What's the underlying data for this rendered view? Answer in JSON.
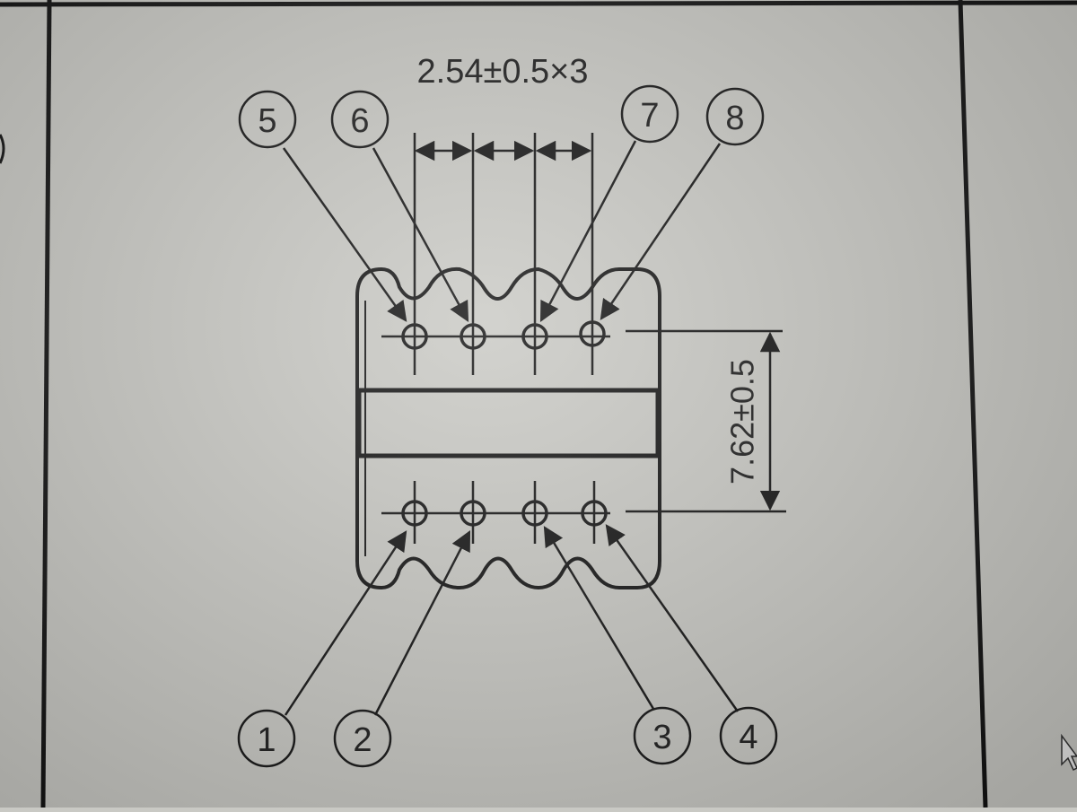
{
  "diagram": {
    "pitch_label": "2.54±0.5×3",
    "row_spacing_label": "7.62±0.5",
    "pins_top": [
      "5",
      "6",
      "7",
      "8"
    ],
    "pins_bottom": [
      "1",
      "2",
      "3",
      "4"
    ]
  },
  "colors": {
    "background": "#c9c9c4",
    "line": "#111111"
  }
}
